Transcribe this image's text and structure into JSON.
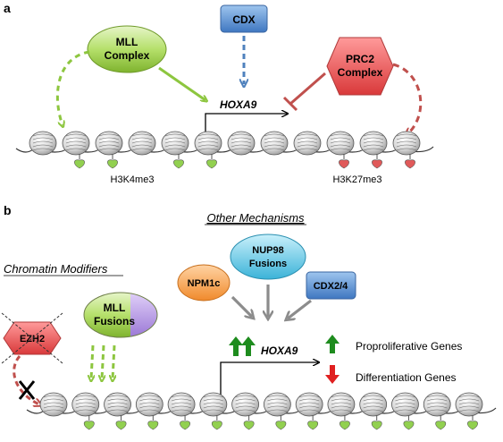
{
  "panel_a": {
    "label": "a",
    "mll_line1": "MLL",
    "mll_line2": "Complex",
    "cdx": "CDX",
    "prc2_line1": "PRC2",
    "prc2_line2": "Complex",
    "gene": "HOXA9",
    "mark_active": "H3K4me3",
    "mark_repressive": "H3K27me3"
  },
  "panel_b": {
    "label": "b",
    "other_mechanisms": "Other Mechanisms",
    "chromatin_modifiers": "Chromatin Modifiers",
    "nup98_line1": "NUP98",
    "nup98_line2": "Fusions",
    "npm1c": "NPM1c",
    "cdx24": "CDX2/4",
    "mll_line1": "MLL",
    "mll_line2": "Fusions",
    "ezh2": "EZH2",
    "gene": "HOXA9",
    "proliferative": "Proproliferative Genes",
    "differentiation": "Differentiation Genes"
  },
  "colors": {
    "green_mark": "#92d050",
    "red_mark": "#e05a5a",
    "green_arrow": "#8dc63f",
    "red_arrow": "#c0504d",
    "blue_arrow": "#4f81bd",
    "cdx_box": "#5b9bd5",
    "nup98": "#5bc0de",
    "npm1c": "#f79646",
    "mll_green": "#a9d66b",
    "mll_purple": "#b294e0",
    "up_arrow": "#1e8c1e",
    "down_arrow": "#e02020"
  }
}
